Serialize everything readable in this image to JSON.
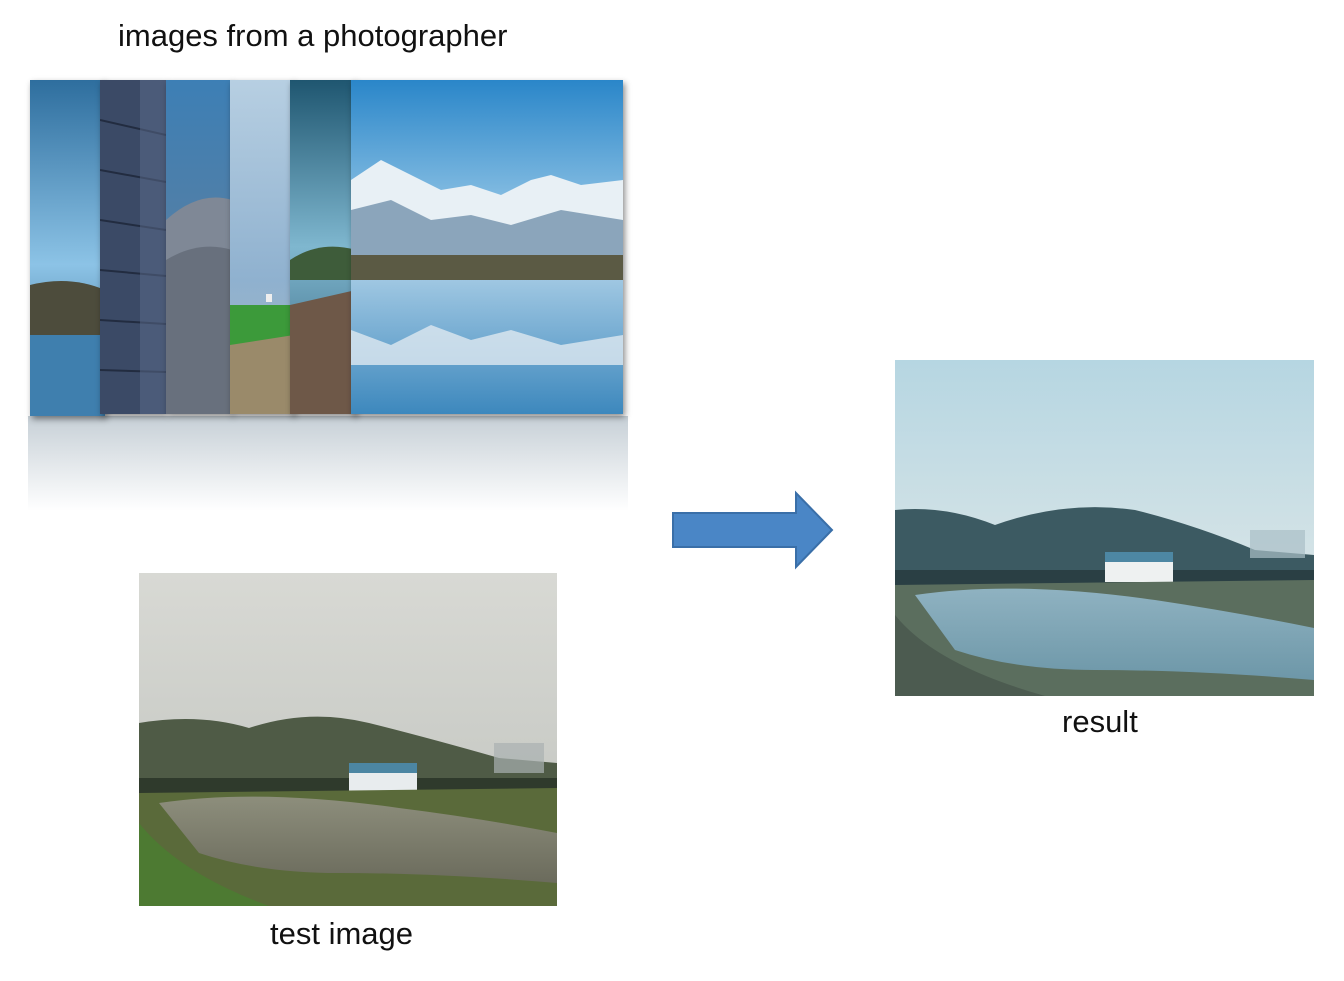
{
  "labels": {
    "collection": "images from a photographer",
    "test": "test image",
    "result": "result"
  },
  "colors": {
    "arrow_fill": "#4a86c6",
    "arrow_stroke": "#3a6fa8",
    "sky_blue": "#5aa6d8",
    "haze_gray": "#cfd2cf",
    "result_sky": "#bcd8e2"
  },
  "icons": {
    "arrow": "right-arrow-icon"
  }
}
